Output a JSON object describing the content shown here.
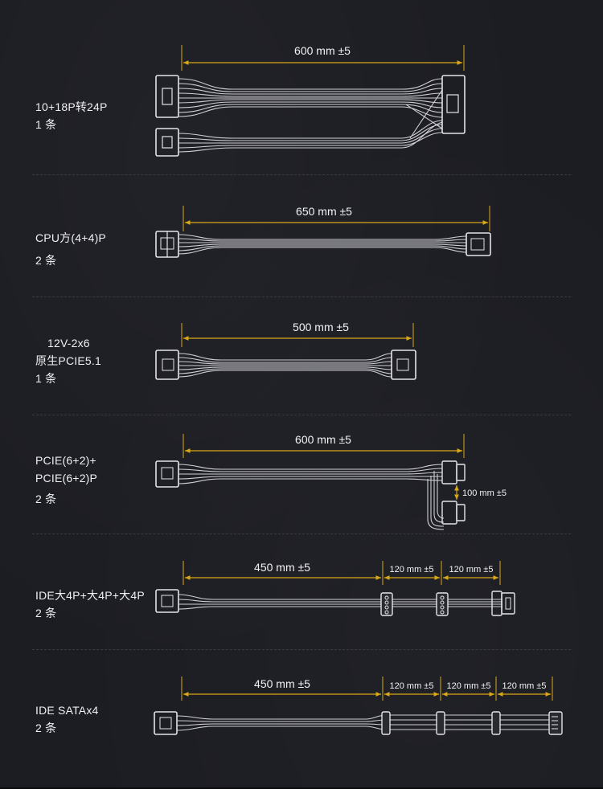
{
  "colors": {
    "background": "#1c1d23",
    "dimension_line": "#d9a817",
    "cable": "#cfcfd4",
    "connector": "#e4e4e8"
  },
  "cables": [
    {
      "label_lines": [
        "10+18P转24P",
        "1 条"
      ],
      "dims": [
        "600 mm ±5"
      ]
    },
    {
      "label_lines": [
        "CPU方(4+4)P",
        "2 条"
      ],
      "dims": [
        "650 mm ±5"
      ]
    },
    {
      "label_lines": [
        "12V-2x6",
        "原生PCIE5.1",
        "1 条"
      ],
      "dims": [
        "500 mm ±5"
      ]
    },
    {
      "label_lines": [
        "PCIE(6+2)+",
        "PCIE(6+2)P",
        "2 条"
      ],
      "dims": [
        "600 mm ±5",
        "100 mm ±5"
      ]
    },
    {
      "label_lines": [
        "IDE大4P+大4P+大4P",
        "2 条"
      ],
      "dims": [
        "450 mm ±5",
        "120 mm ±5",
        "120 mm ±5"
      ]
    },
    {
      "label_lines": [
        "IDE SATAx4",
        "2 条"
      ],
      "dims": [
        "450 mm ±5",
        "120 mm ±5",
        "120 mm ±5",
        "120 mm ±5"
      ]
    }
  ]
}
